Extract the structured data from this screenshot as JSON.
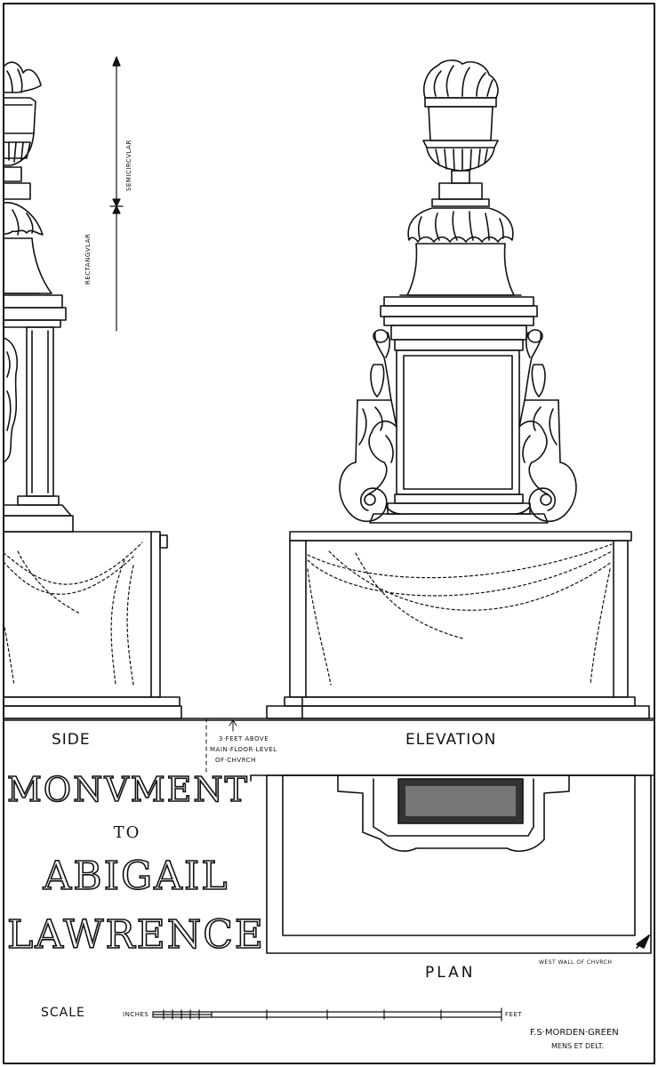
{
  "labels": {
    "rectangular": "RECTANGVLAR",
    "semicircular": "SEMICIRCVLAR",
    "side": "SIDE",
    "elevation": "ELEVATION",
    "floor_note_1": "3·FEET ABOVE",
    "floor_note_2": "MAIN·FLOOR·LEVEL",
    "floor_note_3": "OF·CHVRCH",
    "plan": "PLAN",
    "west_wall": "WEST WALL OF CHVRCH",
    "scale": "SCALE",
    "inches": "INCHES",
    "feet": "FEET"
  },
  "title": {
    "line1": "MONVMENT",
    "line2": "TO",
    "line3": "ABIGAIL",
    "line4": "LAWRENCE"
  },
  "signature": {
    "line1": "F.S·MORDEN·GREEN",
    "line2": "MENS ET DELT."
  },
  "colors": {
    "ink": "#111111",
    "paper": "#ffffff"
  }
}
